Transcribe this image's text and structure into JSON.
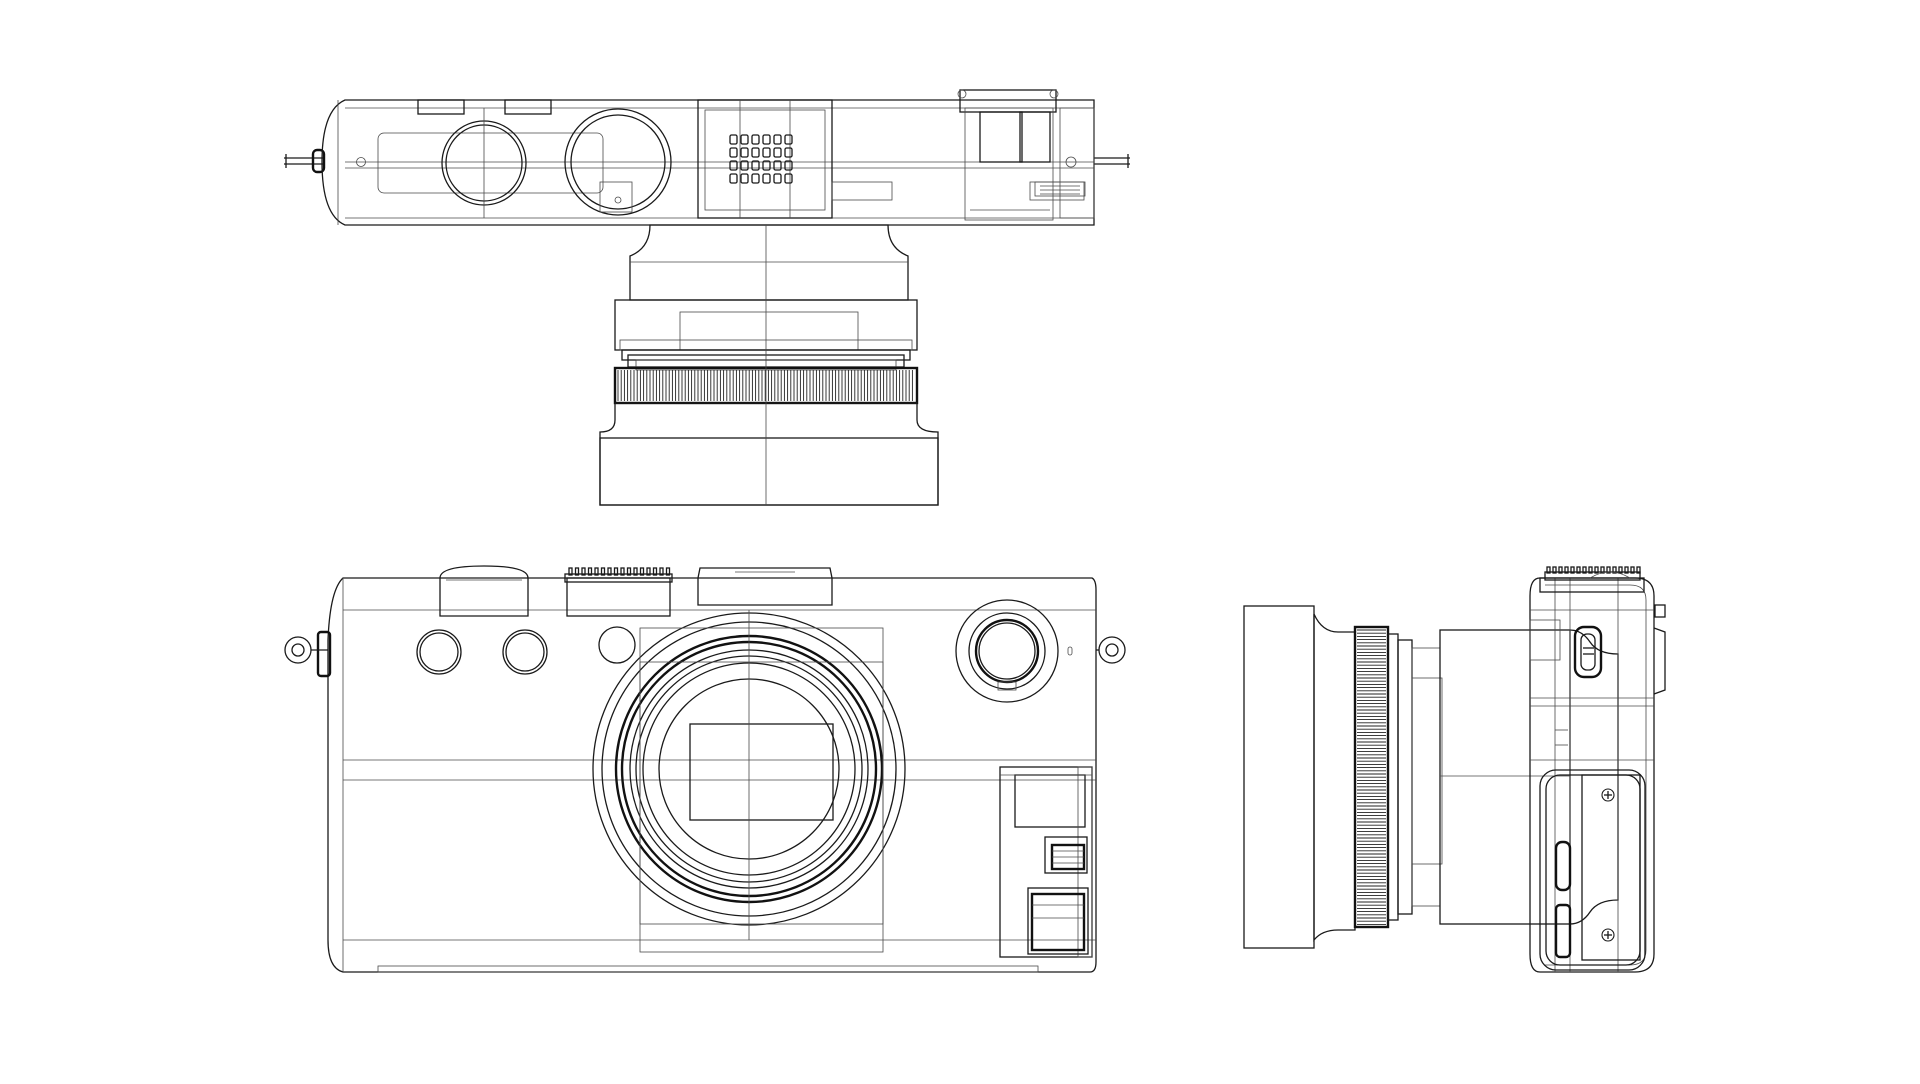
{
  "drawing": {
    "views": [
      "top-view",
      "front-view",
      "side-view"
    ],
    "line_color": "#1a1a1a",
    "background": "#ffffff"
  }
}
